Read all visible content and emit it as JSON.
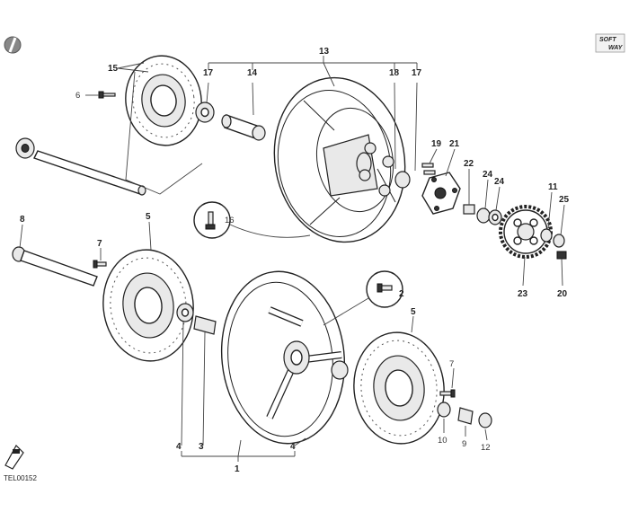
{
  "logo": {
    "line1": "SOFT",
    "line2": "WAY"
  },
  "drawing_code": "TEL00152",
  "callouts": {
    "c1": "1",
    "c2": "2",
    "c3": "3",
    "c4a": "4",
    "c4b": "4",
    "c5a": "5",
    "c5b": "5",
    "c6": "6",
    "c7a": "7",
    "c7b": "7",
    "c8": "8",
    "c9": "9",
    "c10": "10",
    "c11": "11",
    "c12": "12",
    "c13": "13",
    "c14": "14",
    "c15": "15",
    "c16": "16",
    "c17a": "17",
    "c17b": "17",
    "c18": "18",
    "c19": "19",
    "c20": "20",
    "c21": "21",
    "c22": "22",
    "c23": "23",
    "c24a": "24",
    "c24b": "24",
    "c25": "25"
  }
}
